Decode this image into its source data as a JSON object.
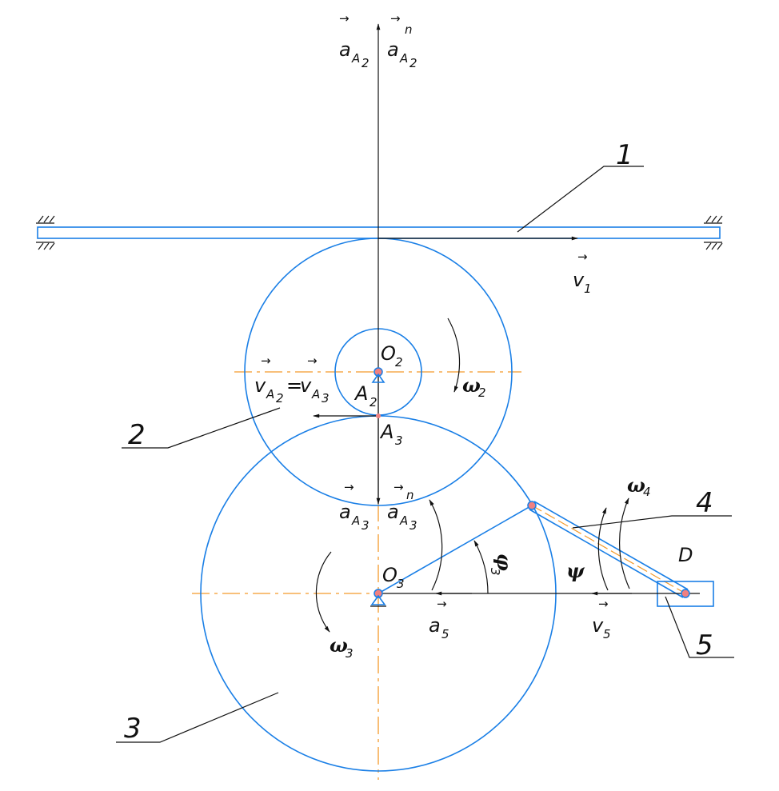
{
  "diagram": {
    "part_labels": [
      "1",
      "2",
      "3",
      "4",
      "5"
    ],
    "points": {
      "O2": "O",
      "O2_sub": "2",
      "O3": "O",
      "O3_sub": "3",
      "A2": "A",
      "A2_sub": "2",
      "A3": "A",
      "A3_sub": "3",
      "D": "D"
    },
    "vectors": {
      "aA2": "a",
      "aA2_sub": "A",
      "aA2_subsub": "2",
      "aA2n": "a",
      "aA2n_sup": "n",
      "aA2n_sub": "A",
      "aA2n_subsub": "2",
      "v1": "v",
      "v1_sub": "1",
      "vA2": "v",
      "vA2_sub": "A",
      "vA2_subsub": "2",
      "eq": "=",
      "vA3": "v",
      "vA3_sub": "A",
      "vA3_subsub": "3",
      "aA3": "a",
      "aA3_sub": "A",
      "aA3_subsub": "3",
      "aA3n": "a",
      "aA3n_sup": "n",
      "aA3n_sub": "A",
      "aA3n_subsub": "3",
      "a5": "a",
      "a5_sub": "5",
      "v5": "v",
      "v5_sub": "5",
      "arrow": "→"
    },
    "angles": {
      "omega2": "ω",
      "omega2_sub": "2",
      "omega3": "ω",
      "omega3_sub": "3",
      "omega4": "ω",
      "omega4_sub": "4",
      "phi3": "φ",
      "phi3_sub": "3",
      "psi": "ψ"
    },
    "colors": {
      "parts": "#1a7fe6",
      "axes": "#f39a2b",
      "vectors": "#111111",
      "joints": "#f08080"
    }
  }
}
